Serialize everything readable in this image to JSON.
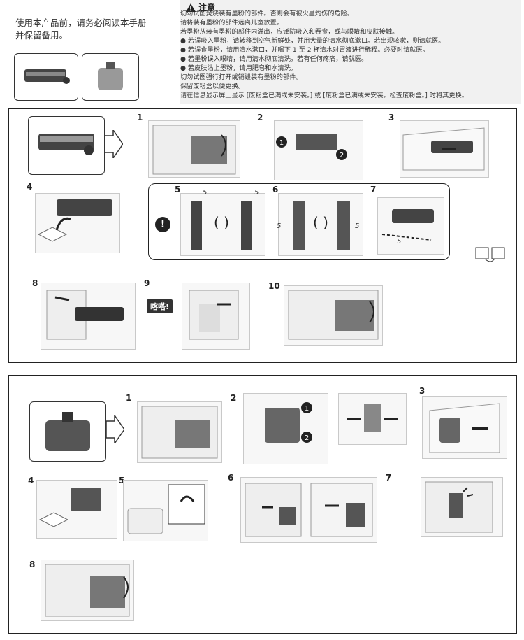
{
  "intro": {
    "line1": "使用本产品前，请务必阅读本手册",
    "line2": "并保留备用。"
  },
  "warning": {
    "title": "注意",
    "lines": [
      "切勿试图焚烧装有墨粉的部件。否则会有被火星灼伤的危险。",
      "请将装有墨粉的部件远离儿童放置。",
      "若墨粉从装有墨粉的部件内溢出，应谨防吸入和吞食，或与眼睛和皮肤接触。",
      "● 若误吸入墨粉，请转移到空气新鲜处，并用大量的清水彻底漱口。若出现咳嗽，则请就医。",
      "● 若误食墨粉，请用清水漱口，并喝下 1 至 2 杯清水对胃液进行稀释。必要时请就医。",
      "● 若墨粉误入眼睛，请用清水彻底清洗。若有任何疼痛，请就医。",
      "● 若皮肤沾上墨粉，请用肥皂和水清洗。",
      "切勿试图强行打开或销毁装有墨粉的部件。",
      "保留废粉盒以便更换。",
      "请在信息显示屏上显示 [废粉盒已满或未安装。] 或 [废粉盒已满或未安装。检查废粉盒。] 时将其更换。"
    ]
  },
  "toner_steps": {
    "s1": "1",
    "s2": "2",
    "s3": "3",
    "s4": "4",
    "s5": "5",
    "s6": "6",
    "s7": "7",
    "s8": "8",
    "s9": "9",
    "s10": "10"
  },
  "click_label": "喀嗒!",
  "shake_label": "5",
  "circle1": "1",
  "circle2": "2",
  "waste_steps": {
    "s1": "1",
    "s2": "2",
    "s3": "3",
    "s4": "4",
    "s5": "5",
    "s6": "6",
    "s7": "7",
    "s8": "8"
  }
}
